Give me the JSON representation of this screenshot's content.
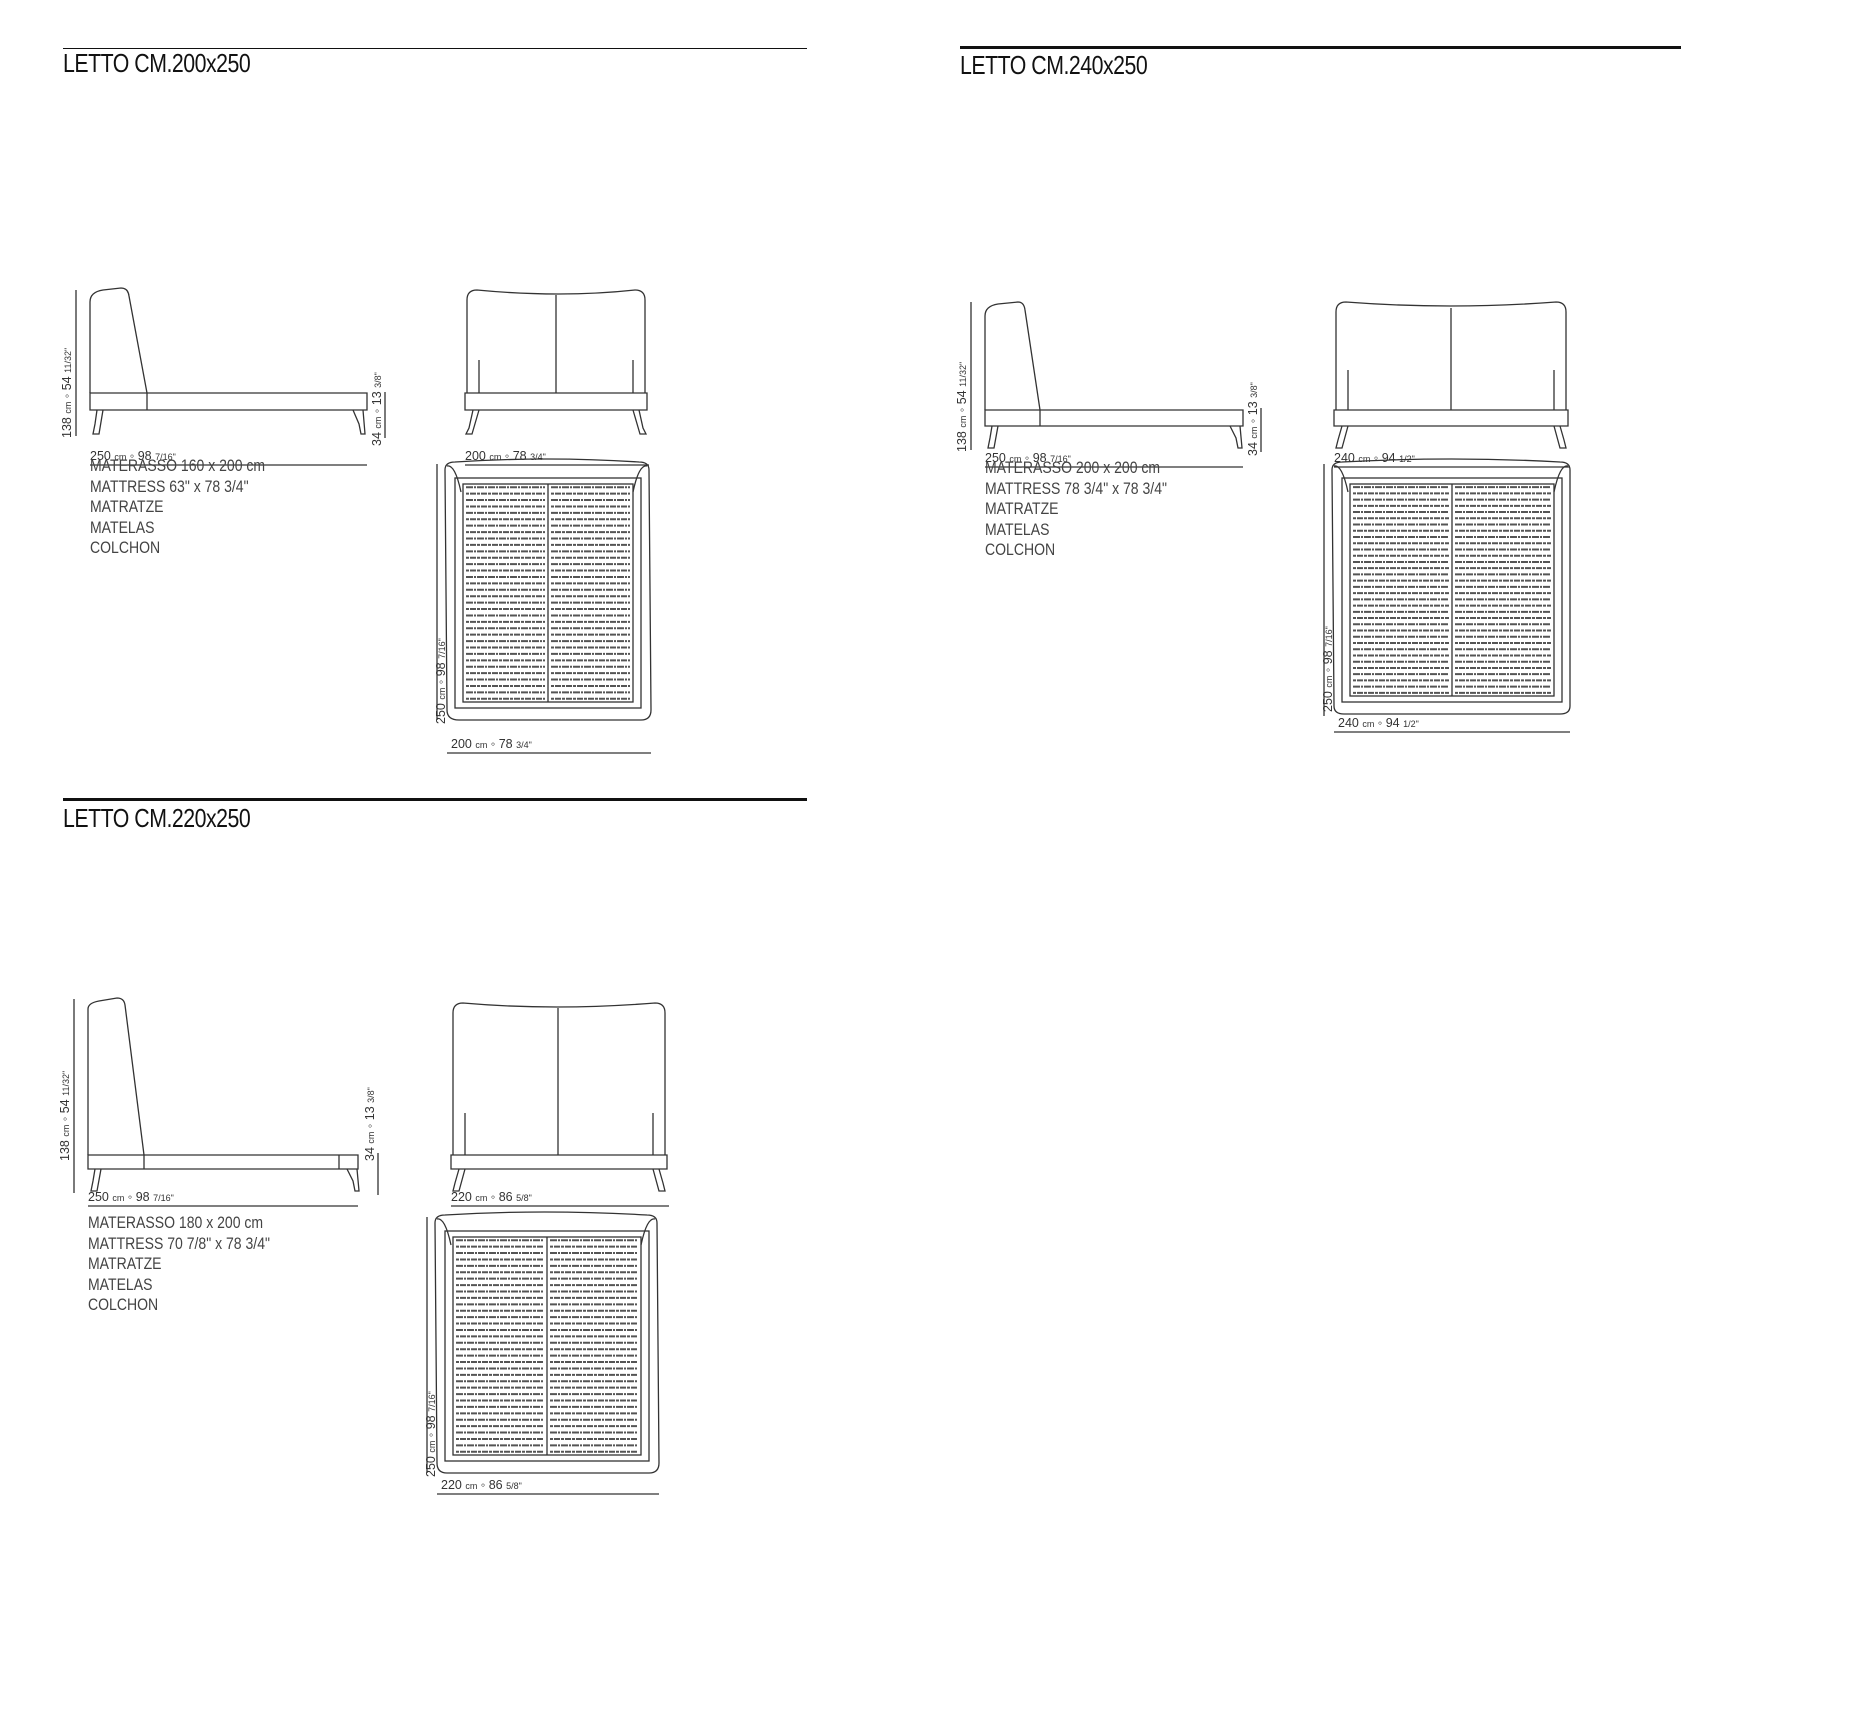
{
  "panels": [
    {
      "title": "LETTO CM.200x250",
      "side_depth_label": "250",
      "side_depth_unit": "cm",
      "side_depth_inch": "98",
      "side_depth_frac": "7/16\"",
      "side_height_label": "138",
      "side_height_unit": "cm",
      "side_height_inch": "54",
      "side_height_frac": "11/32\"",
      "side_frame_label": "34",
      "side_frame_unit": "cm",
      "side_frame_inch": "13",
      "side_frame_frac": "3/8\"",
      "front_width_label": "200",
      "front_width_unit": "cm",
      "front_width_inch": "78",
      "front_width_frac": "3/4\"",
      "top_depth_label": "250",
      "top_depth_unit": "cm",
      "top_depth_inch": "98",
      "top_depth_frac": "7/16\"",
      "top_width_label": "200",
      "top_width_unit": "cm",
      "top_width_inch": "78",
      "top_width_frac": "3/4\"",
      "mattress_lines": [
        "MATERASSO 160 x 200 cm",
        "MATTRESS 63\" x 78 3/4\"",
        "MATRATZE",
        "MATELAS",
        "COLCHON"
      ]
    },
    {
      "title": "LETTO CM.240x250",
      "side_depth_label": "250",
      "side_depth_unit": "cm",
      "side_depth_inch": "98",
      "side_depth_frac": "7/16\"",
      "side_height_label": "138",
      "side_height_unit": "cm",
      "side_height_inch": "54",
      "side_height_frac": "11/32\"",
      "side_frame_label": "34",
      "side_frame_unit": "cm",
      "side_frame_inch": "13",
      "side_frame_frac": "3/8\"",
      "front_width_label": "240",
      "front_width_unit": "cm",
      "front_width_inch": "94",
      "front_width_frac": "1/2\"",
      "top_depth_label": "250",
      "top_depth_unit": "cm",
      "top_depth_inch": "98",
      "top_depth_frac": "7/16\"",
      "top_width_label": "240",
      "top_width_unit": "cm",
      "top_width_inch": "94",
      "top_width_frac": "1/2\"",
      "mattress_lines": [
        "MATERASSO 200 x 200 cm",
        "MATTRESS 78 3/4\" x 78 3/4\"",
        "MATRATZE",
        "MATELAS",
        "COLCHON"
      ]
    },
    {
      "title": "LETTO CM.220x250",
      "side_depth_label": "250",
      "side_depth_unit": "cm",
      "side_depth_inch": "98",
      "side_depth_frac": "7/16\"",
      "side_height_label": "138",
      "side_height_unit": "cm",
      "side_height_inch": "54",
      "side_height_frac": "11/32\"",
      "side_frame_label": "34",
      "side_frame_unit": "cm",
      "side_frame_inch": "13",
      "side_frame_frac": "3/8\"",
      "front_width_label": "220",
      "front_width_unit": "cm",
      "front_width_inch": "86",
      "front_width_frac": "5/8\"",
      "top_depth_label": "250",
      "top_depth_unit": "cm",
      "top_depth_inch": "98",
      "top_depth_frac": "7/16\"",
      "top_width_label": "220",
      "top_width_unit": "cm",
      "top_width_inch": "86",
      "top_width_frac": "5/8\"",
      "mattress_lines": [
        "MATERASSO 180 x 200 cm",
        "MATTRESS 70 7/8\" x 78 3/4\"",
        "MATRATZE",
        "MATELAS",
        "COLCHON"
      ]
    }
  ]
}
